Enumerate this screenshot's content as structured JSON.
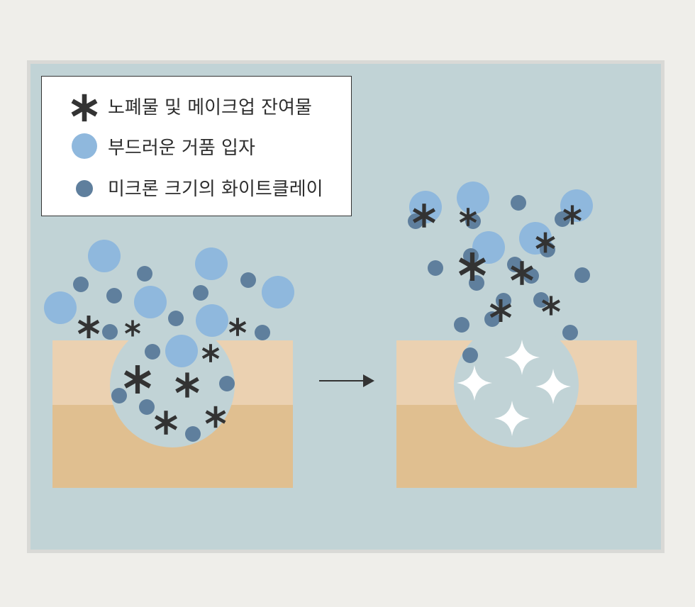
{
  "legend": {
    "items": [
      {
        "label": "노폐물 및 메이크업 잔여물",
        "icon": "asterisk-icon"
      },
      {
        "label": "부드러운 거품 입자",
        "icon": "foam-bubble-icon"
      },
      {
        "label": "미크론 크기의 화이트클레이",
        "icon": "white-clay-particle-icon"
      }
    ]
  },
  "colors": {
    "background": "#efeeea",
    "panel": "#c1d3d6",
    "panel_border": "#d9d9d6",
    "skin_top": "#ebd1b1",
    "skin_bottom": "#e0bf90",
    "foam": "#8fb8dd",
    "clay": "#5f7f9d",
    "residue": "#333333",
    "sparkle": "#ffffff"
  }
}
